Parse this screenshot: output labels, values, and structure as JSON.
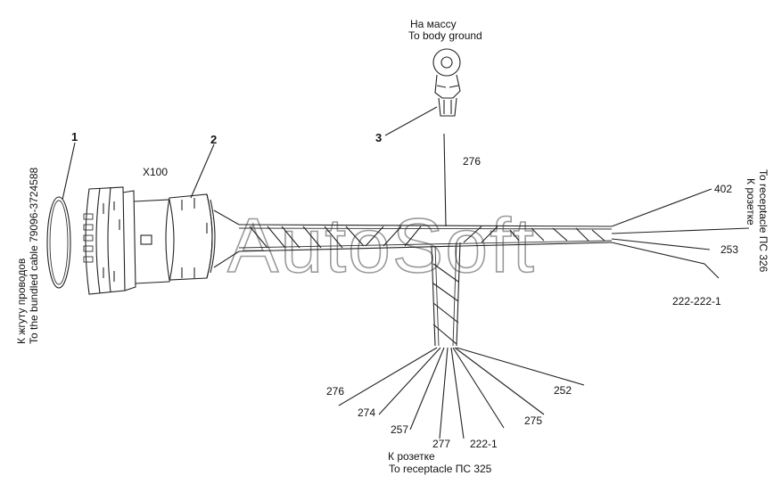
{
  "labels": {
    "ground_ru": "На массу",
    "ground_en": "To body ground",
    "left_ru": "К жгуту проводов",
    "left_en": "To the bundled cable 79096-3724588",
    "right_ru": "К розетке",
    "right_en": "To receptacle ПС 326",
    "bottom_ru": "К розетке",
    "bottom_en": "To receptacle ПС 325",
    "connector": "X100"
  },
  "callouts": {
    "c1": "1",
    "c2": "2",
    "c3": "3"
  },
  "wires": {
    "w276_top": "276",
    "w402": "402",
    "w253": "253",
    "w222_222_1": "222-222-1",
    "w276_bottom": "276",
    "w274": "274",
    "w257": "257",
    "w277": "277",
    "w222_1": "222-1",
    "w275": "275",
    "w252": "252"
  },
  "watermark": "AutoSoft",
  "colors": {
    "line": "#222222",
    "watermark": "#9a9a9a",
    "background": "#ffffff"
  }
}
